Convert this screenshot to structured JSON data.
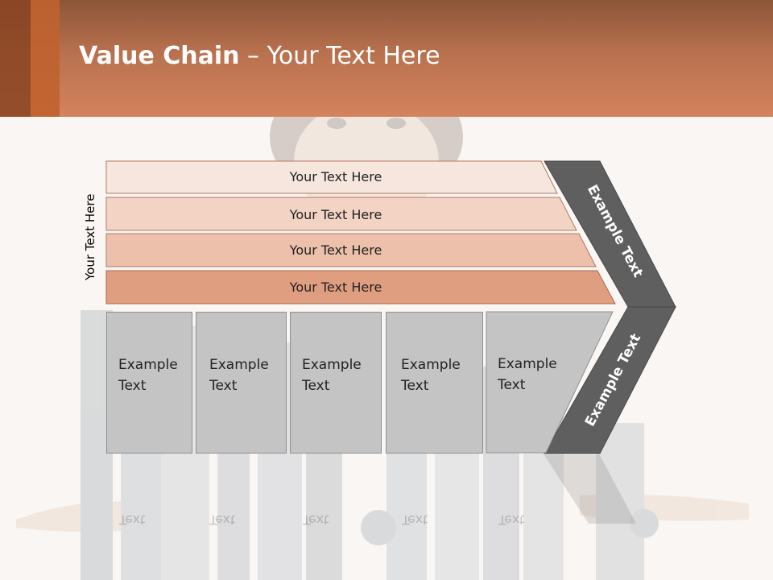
{
  "header": {
    "title_bold": "Value Chain",
    "title_rest": " – Your Text Here"
  },
  "side_label": "Your Text Here",
  "bands": [
    {
      "label": "Your Text Here",
      "color": "#f7e6dd"
    },
    {
      "label": "Your Text Here",
      "color": "#f2d3c4"
    },
    {
      "label": "Your Text Here",
      "color": "#ecc0aa"
    },
    {
      "label": "Your Text Here",
      "color": "#e09e80"
    }
  ],
  "boxes": [
    {
      "line1": "Example",
      "line2": "Text"
    },
    {
      "line1": "Example",
      "line2": "Text"
    },
    {
      "line1": "Example",
      "line2": "Text"
    },
    {
      "line1": "Example",
      "line2": "Text"
    },
    {
      "line1": "Example",
      "line2": "Text"
    }
  ],
  "chevron_top_label": "Example Text",
  "chevron_bottom_label": "Example Text",
  "colors": {
    "accent": "#c0622f",
    "chevron": "#5f5f5f",
    "box": "#c4c4c4"
  }
}
